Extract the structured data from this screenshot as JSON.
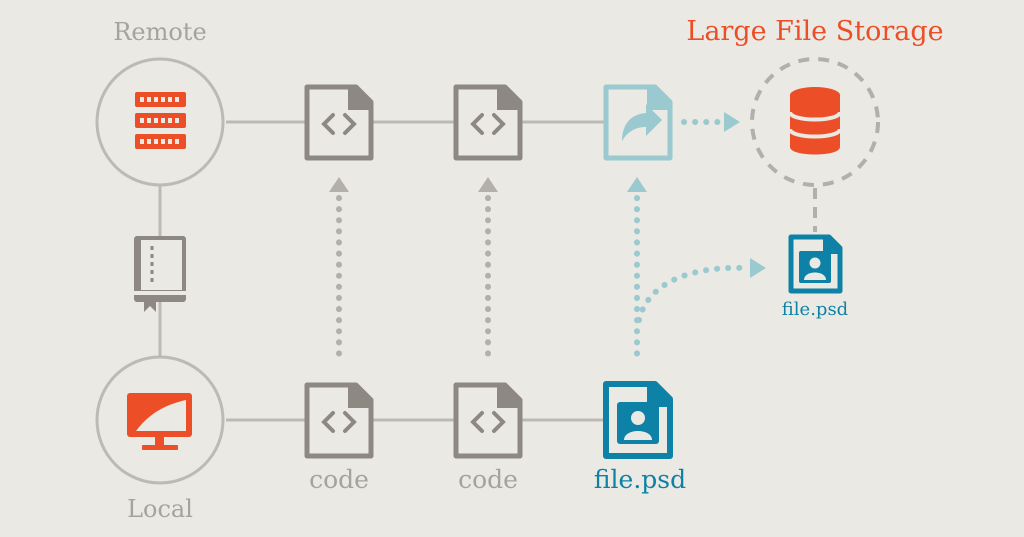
{
  "labels": {
    "remote": "Remote",
    "local": "Local",
    "large_file_storage": "Large File Storage",
    "local_code_1": "code",
    "local_code_2": "code",
    "local_file": "file.psd",
    "lfs_file": "file.psd"
  },
  "colors": {
    "background": "#ebe9e3",
    "gray_line": "#bdbab5",
    "gray_icon": "#8e8883",
    "gray_text": "#a6a39f",
    "orange": "#ec4f27",
    "teal": "#0e82a6",
    "light_teal": "#9ac9cf",
    "dashed_gray": "#b3b0ab"
  },
  "icons": {
    "remote_node": "server-icon",
    "local_node": "monitor-icon",
    "repository": "book-icon",
    "code_file": "code-file-icon",
    "pointer_file": "share-arrow-file-icon",
    "storage": "database-icon",
    "image_file": "image-file-icon"
  }
}
